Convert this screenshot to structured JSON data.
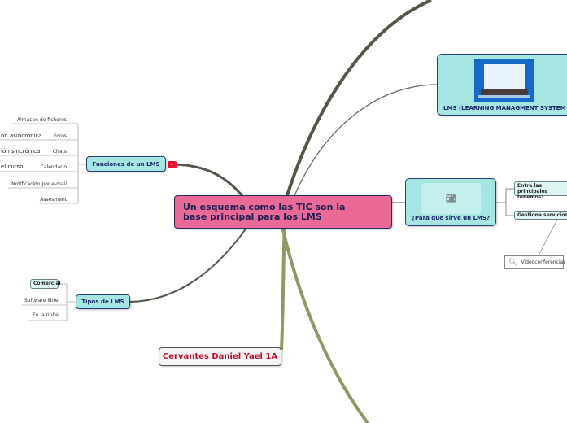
{
  "central": {
    "title": "Un esquema como las TIC son la base principal para los LMS"
  },
  "funciones": {
    "title": "Funciones de un LMS",
    "icon": "youtube-icon",
    "items": [
      "Almacen de ficheros",
      "Foros",
      "Chats",
      "Calendario",
      "Notificación por e-mail",
      "Assesment"
    ],
    "clipped_items": [
      "ón asincrónica",
      "ión sincrónica",
      "el curso"
    ]
  },
  "tipos": {
    "title": "Tipos de LMS",
    "items": [
      "Comercial",
      "Software libre",
      "En la nube"
    ]
  },
  "author": {
    "name": "Cervantes Daniel Yael 1A"
  },
  "lms": {
    "title": "LMS (LEARNING MANAGMENT SYSTEM"
  },
  "para": {
    "title": "¿Para que sirve un LMS?",
    "icon": "camera-icon",
    "items": [
      "Entre las principales tenemos:",
      "Gestiona servicios d"
    ],
    "sub": "Videoconferencias"
  },
  "colors": {
    "central": "#e96a96",
    "node": "#a6e6e2",
    "author_text": "#c0102a"
  }
}
